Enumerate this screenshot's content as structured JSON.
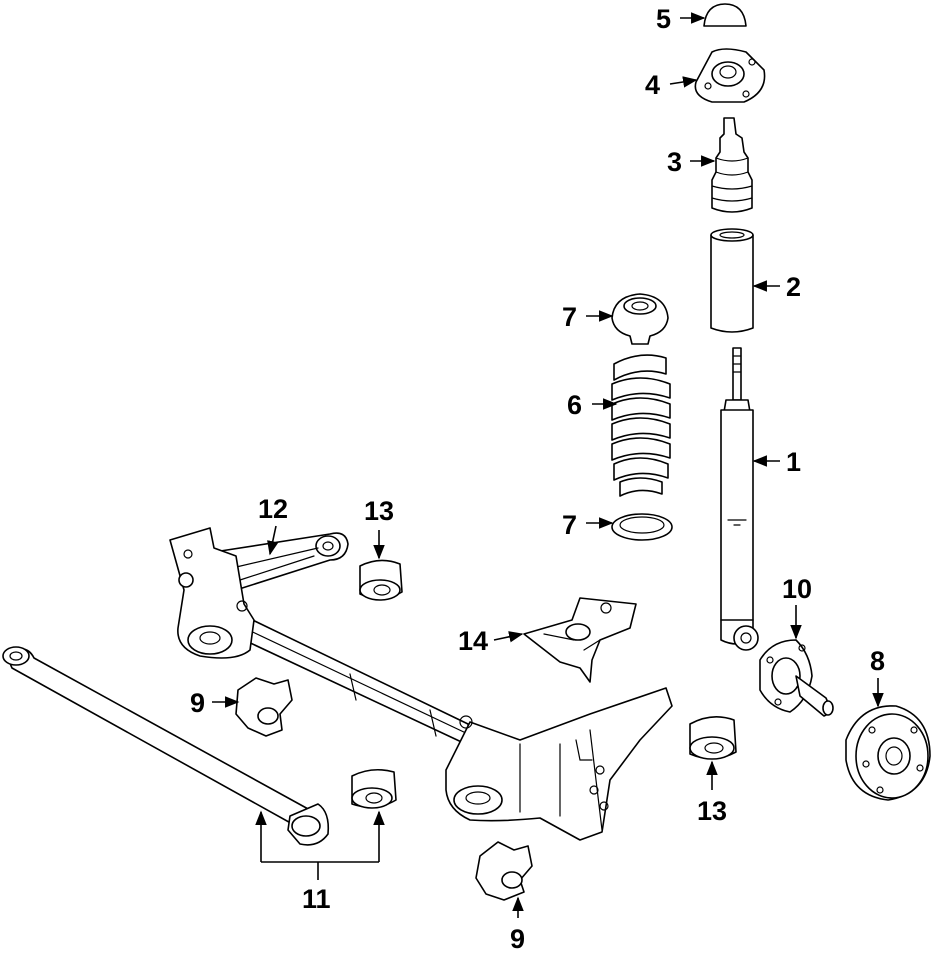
{
  "callouts": [
    {
      "id": "c1",
      "label": "1"
    },
    {
      "id": "c2",
      "label": "2"
    },
    {
      "id": "c3",
      "label": "3"
    },
    {
      "id": "c4",
      "label": "4"
    },
    {
      "id": "c5",
      "label": "5"
    },
    {
      "id": "c6",
      "label": "6"
    },
    {
      "id": "c7a",
      "label": "7"
    },
    {
      "id": "c7b",
      "label": "7"
    },
    {
      "id": "c8",
      "label": "8"
    },
    {
      "id": "c9a",
      "label": "9"
    },
    {
      "id": "c9b",
      "label": "9"
    },
    {
      "id": "c10",
      "label": "10"
    },
    {
      "id": "c11",
      "label": "11"
    },
    {
      "id": "c12",
      "label": "12"
    },
    {
      "id": "c13a",
      "label": "13"
    },
    {
      "id": "c13b",
      "label": "13"
    },
    {
      "id": "c14",
      "label": "14"
    }
  ]
}
